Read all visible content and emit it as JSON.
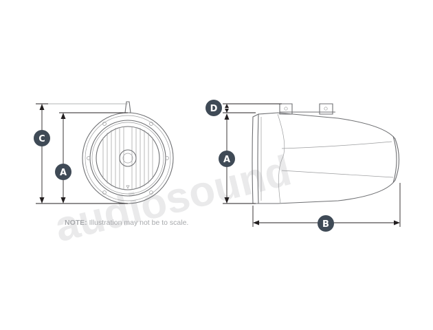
{
  "watermark": "audiosound",
  "note": {
    "prefix": "NOTE:",
    "text": " Illustration may not be to scale."
  },
  "front_view": {
    "labels": {
      "height_mount": "C",
      "height_speaker": "A"
    }
  },
  "side_view": {
    "labels": {
      "bracket": "D",
      "height_speaker": "A",
      "depth": "B"
    }
  },
  "colors": {
    "badge": "#3f4a56",
    "line": "#6d6e71",
    "dimension": "#231f20",
    "note": "#a7a9ac"
  }
}
